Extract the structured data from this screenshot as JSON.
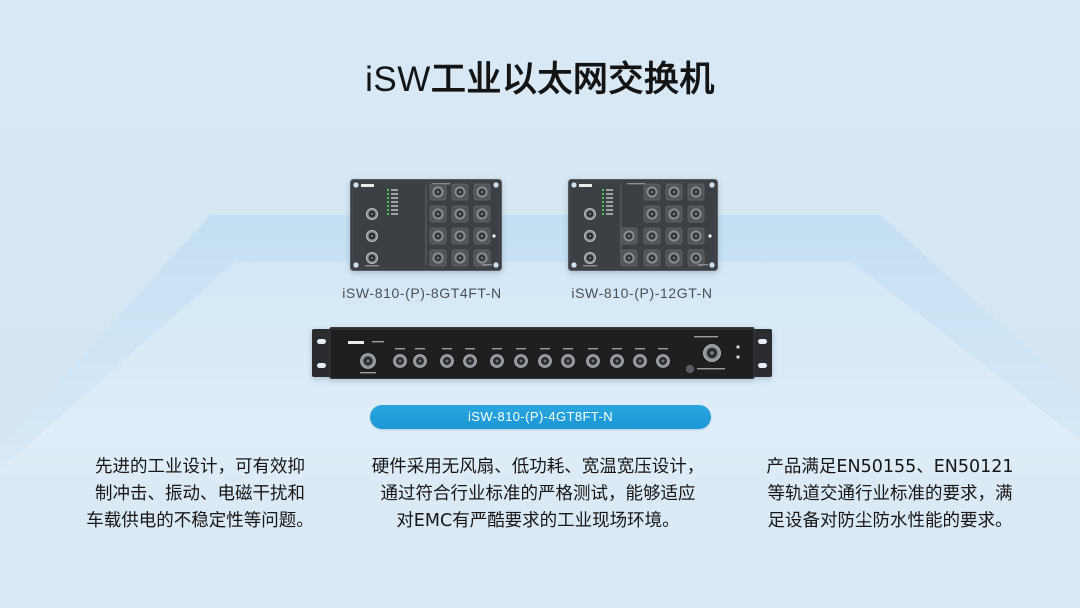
{
  "slide": {
    "title_prefix": "iSW",
    "title_main": "工业以太网交换机"
  },
  "products": [
    {
      "model": "iSW-810-(P)-8GT4FT-N"
    },
    {
      "model": "iSW-810-(P)-12GT-N"
    },
    {
      "model": "iSW-810-(P)-4GT8FT-N"
    }
  ],
  "features": [
    {
      "lines": [
        "先进的工业设计，可有效抑",
        "制冲击、振动、电磁干扰和",
        "车载供电的不稳定性等问题。"
      ]
    },
    {
      "lines": [
        "硬件采用无风扇、低功耗、宽温宽压设计，",
        "通过符合行业标准的严格测试，能够适应",
        "对EMC有严酷要求的工业现场环境。"
      ]
    },
    {
      "lines": [
        "产品满足EN50155、EN50121",
        "等轨道交通行业标准的要求，满",
        "足设备对防尘防水性能的要求。"
      ]
    }
  ],
  "colors": {
    "accent": "#1a98d5",
    "text": "#161616",
    "background": "#d6e8f5",
    "device_body": "#3c3f43",
    "rack_body": "#1e1f21"
  }
}
